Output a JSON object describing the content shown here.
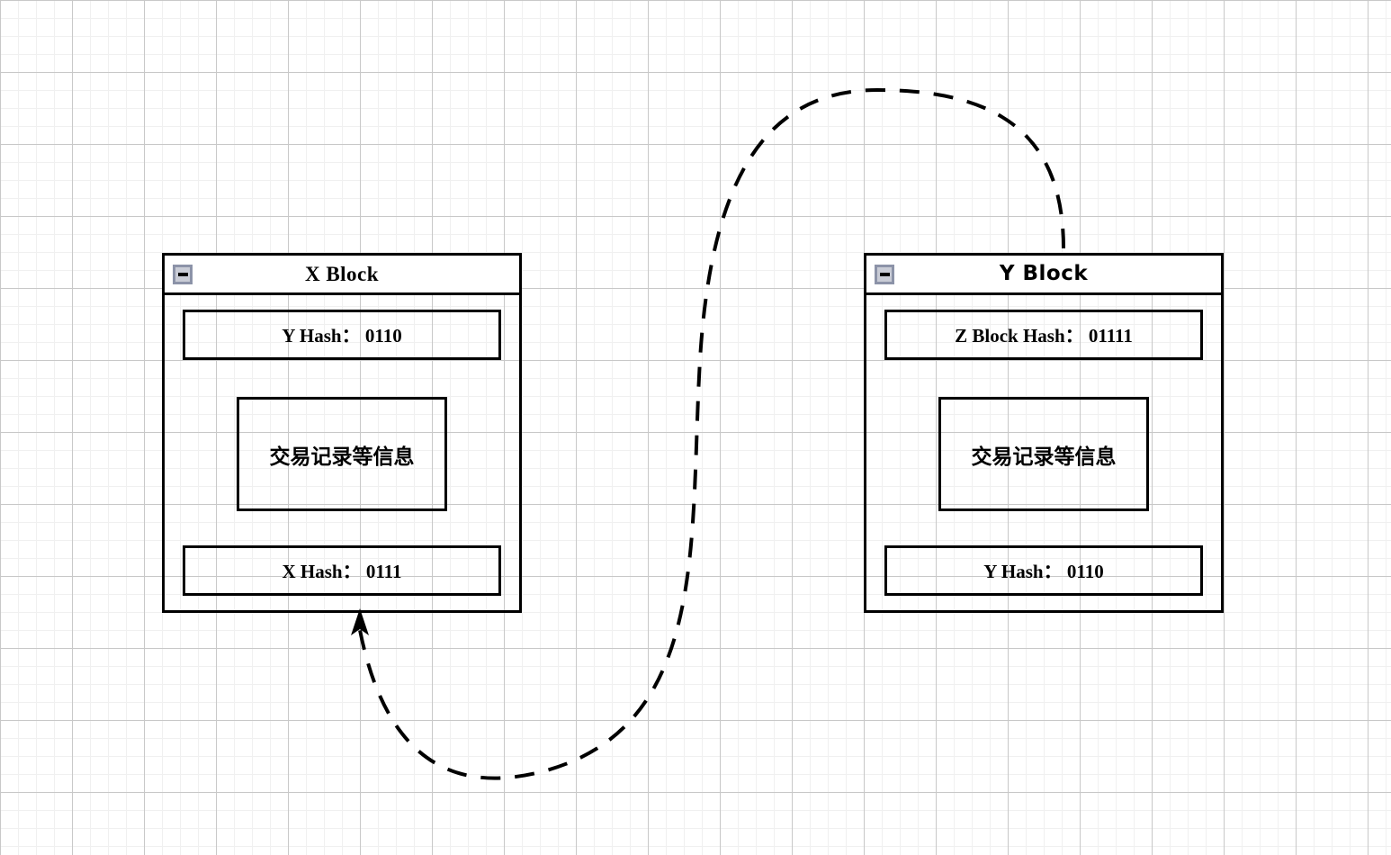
{
  "canvas": {
    "background": "#ffffff",
    "grid_minor_color": "#f0f0f0",
    "grid_major_color": "#c8c8c8",
    "grid_minor_size": 20,
    "grid_major_size": 80
  },
  "blocks": [
    {
      "id": "x-block",
      "title": "X Block",
      "title_font": "serif",
      "collapse_icon": "minus-icon",
      "rows": {
        "top_hash": "Y  Hash： 0110",
        "transactions": "交易记录等信息",
        "bottom_hash": "X Hash： 0111"
      }
    },
    {
      "id": "y-block",
      "title": "Y Block",
      "title_font": "sans",
      "collapse_icon": "minus-icon",
      "rows": {
        "top_hash": "Z Block Hash： 01111",
        "transactions": "交易记录等信息",
        "bottom_hash": "Y  Hash： 0110"
      }
    }
  ],
  "connector": {
    "name": "dashed-link-arrow",
    "style": "dashed",
    "color": "#000000",
    "from": "y-block-top",
    "to": "x-block-bottom",
    "arrowhead": "arrow-up"
  }
}
